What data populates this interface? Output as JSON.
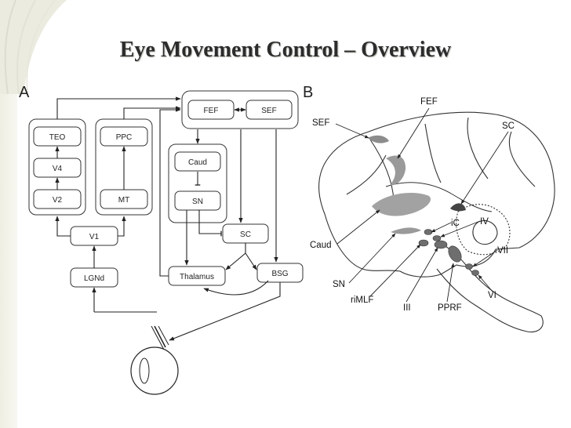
{
  "slide": {
    "title": "Eye Movement Control – Overview"
  },
  "panel_a": {
    "letter": "A",
    "boxes": {
      "fef": "FEF",
      "sef": "SEF",
      "teo": "TEO",
      "v4": "V4",
      "v2": "V2",
      "ppc": "PPC",
      "mt": "MT",
      "v1": "V1",
      "lgnd": "LGNd",
      "caud": "Caud",
      "sn": "SN",
      "sc": "SC",
      "thalamus": "Thalamus",
      "bsg": "BSG"
    }
  },
  "panel_b": {
    "letter": "B",
    "labels": {
      "fef": "FEF",
      "sef": "SEF",
      "sc": "SC",
      "ic": "iC",
      "iv": "IV",
      "caud": "Caud",
      "vii": "VII",
      "sn": "SN",
      "vi": "VI",
      "rimlf": "riMLF",
      "iii": "III",
      "pprf": "PPRF"
    }
  },
  "colors": {
    "background": "#ffffff",
    "title_text": "#2c2c2c",
    "diagram_ink": "#222222",
    "brain_region_gray": "#7a7a7a",
    "nucleus_gray": "#666666"
  }
}
